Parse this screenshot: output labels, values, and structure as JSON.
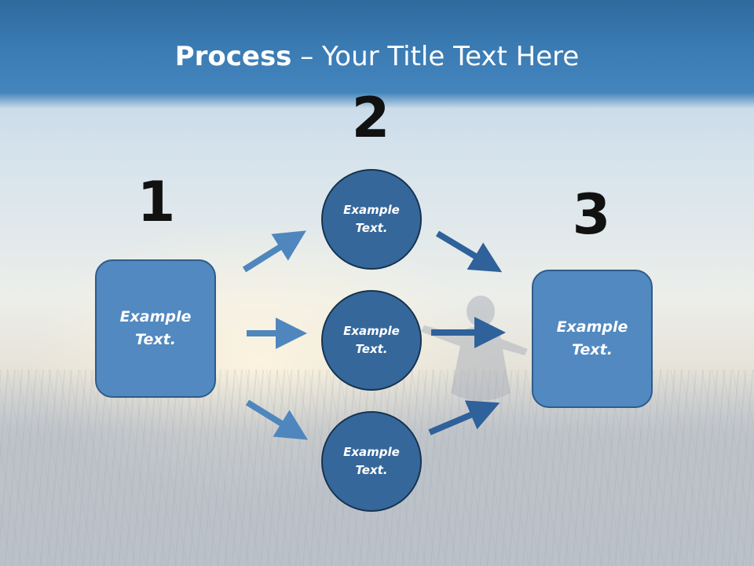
{
  "title": {
    "bold": "Process",
    "rest": " – Your Title Text Here"
  },
  "steps": [
    {
      "number": "1",
      "label": "Example\nText."
    },
    {
      "number": "2",
      "label": "Example\nText."
    },
    {
      "number": "3",
      "label": "Example\nText."
    }
  ],
  "circles": [
    {
      "label": "Example\nText."
    },
    {
      "label": "Example\nText."
    },
    {
      "label": "Example\nText."
    }
  ],
  "colors": {
    "title_band": "#3a7bb3",
    "box_fill": "#5189c0",
    "circle_fill": "#35679b",
    "arrow_light": "#4f86bd",
    "arrow_dark": "#2f619a"
  }
}
